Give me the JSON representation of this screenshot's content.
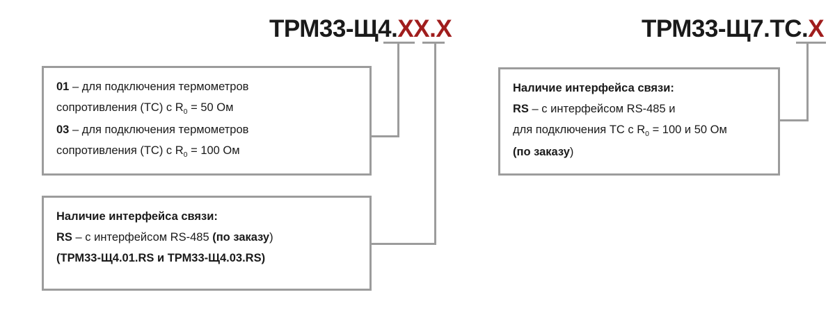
{
  "diagram": {
    "type": "product-model-designation",
    "background_color": "#ffffff",
    "line_color": "#9c9c9c",
    "accent_color": "#a01d1d",
    "text_color": "#1a1a1a"
  },
  "left": {
    "title": {
      "black_part": "ТРМ33-Щ4.",
      "red_part_1": "XX",
      "dot": ".",
      "red_part_2": "X",
      "full": "ТРМ33-Щ4.XX.X"
    },
    "box_top": {
      "lines": [
        {
          "code": "01",
          "dash": " – ",
          "text": "для подключения термометров"
        },
        {
          "code": "",
          "dash": "",
          "text": "сопротивления (ТС) с R0 = 50 Ом"
        },
        {
          "code": "03",
          "dash": " – ",
          "text": "для подключения термометров"
        },
        {
          "code": "",
          "dash": "",
          "text": "сопротивления (ТС) с R0 = 100 Ом"
        }
      ],
      "line1_code": "01",
      "line1_text": "– для подключения термометров",
      "line2_pre": "сопротивления (ТС) с R",
      "line2_sub": "0",
      "line2_post": " = 50 Ом",
      "line3_code": "03",
      "line3_text": "– для подключения термометров",
      "line4_pre": "сопротивления (ТС) с R",
      "line4_sub": "0",
      "line4_post": " = 100 Ом"
    },
    "box_bottom": {
      "heading": "Наличие интерфейса связи:",
      "line2_code": "RS",
      "line2_dash": "– ",
      "line2_text": "с интерфейсом RS-485 ",
      "line2_bold_paren": "(по заказу",
      "line2_tail": ")",
      "line3": "(ТРМ33-Щ4.01.RS и ТРМ33-Щ4.03.RS)"
    }
  },
  "right": {
    "title": {
      "black_part": "ТРМ33-Щ7.ТС.",
      "red_part": "X",
      "full": "ТРМ33-Щ7.ТС.X"
    },
    "box": {
      "heading": "Наличие интерфейса связи:",
      "line2_code": "RS",
      "line2_dash": "– ",
      "line2_text": "с интерфейсом RS-485 и",
      "line3_pre": "для подключения ТС с R",
      "line3_sub": "0",
      "line3_post": " = 100 и 50 Ом",
      "line4_bold": "(по заказу",
      "line4_tail": ")"
    }
  }
}
